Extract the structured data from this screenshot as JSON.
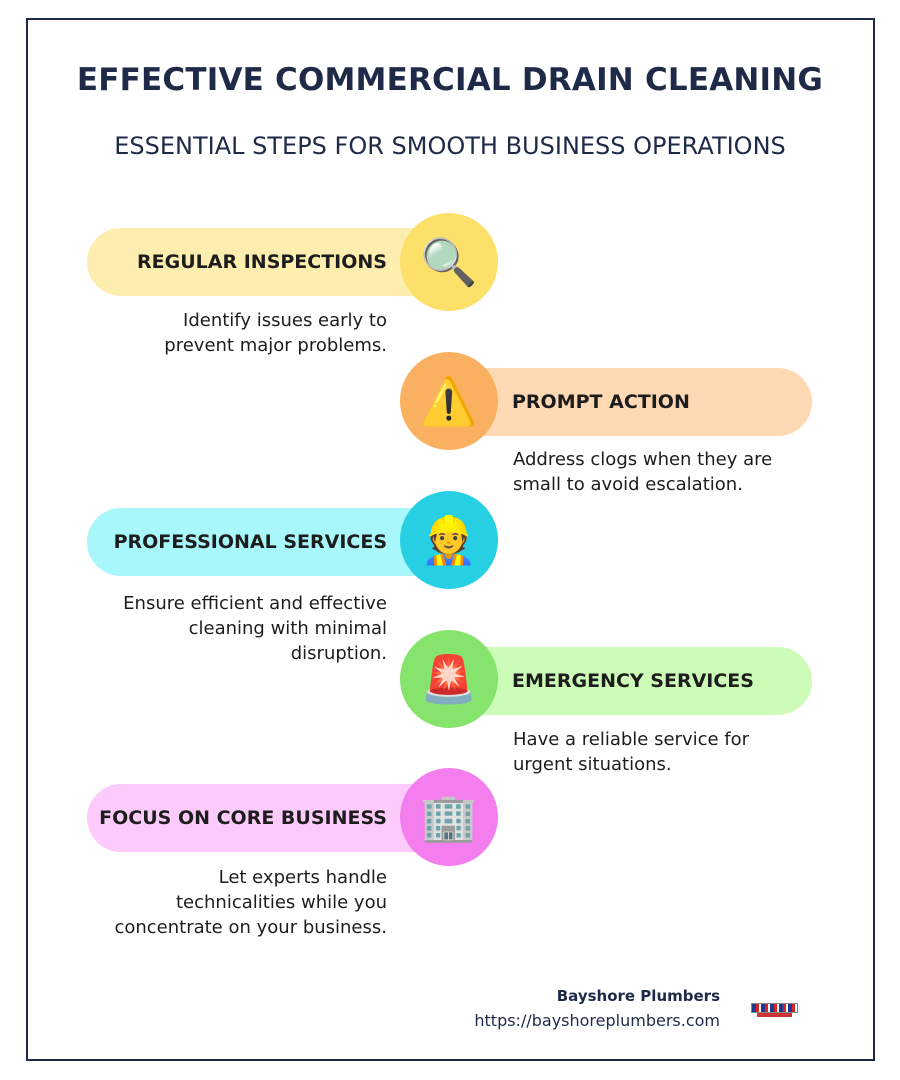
{
  "header": {
    "title": "EFFECTIVE COMMERCIAL DRAIN CLEANING",
    "subtitle": "ESSENTIAL STEPS FOR SMOOTH BUSINESS OPERATIONS"
  },
  "steps": [
    {
      "label": "REGULAR INSPECTIONS",
      "icon": "magnifying-glass-icon",
      "glyph": "🔍",
      "side": "left",
      "pill_color": "#fdeeb0",
      "circle_color": "#fde06a",
      "desc_lines": [
        "Identify issues early to",
        "prevent major problems."
      ]
    },
    {
      "label": "PROMPT ACTION",
      "icon": "warning-icon",
      "glyph": "⚠️",
      "side": "right",
      "pill_color": "#fed9b4",
      "circle_color": "#f9b060",
      "desc_lines": [
        "Address clogs when they are",
        "small to avoid escalation."
      ]
    },
    {
      "label": "PROFESSIONAL SERVICES",
      "icon": "construction-worker-icon",
      "glyph": "👷",
      "side": "left",
      "pill_color": "#a8f7fb",
      "circle_color": "#27cfe2",
      "desc_lines": [
        "Ensure efficient and effective",
        "cleaning with minimal",
        "disruption."
      ]
    },
    {
      "label": "EMERGENCY SERVICES",
      "icon": "siren-light-icon",
      "glyph": "🚨",
      "side": "right",
      "pill_color": "#cdfbb8",
      "circle_color": "#86e36b",
      "desc_lines": [
        "Have a reliable service for",
        "urgent situations."
      ]
    },
    {
      "label": "FOCUS ON CORE BUSINESS",
      "icon": "office-building-icon",
      "glyph": "🏢",
      "side": "left",
      "pill_color": "#fccbfb",
      "circle_color": "#f57eef",
      "desc_lines": [
        "Let experts handle",
        "technicalities while you",
        "concentrate on your business."
      ]
    }
  ],
  "footer": {
    "company": "Bayshore Plumbers",
    "url": "https://bayshoreplumbers.com",
    "logo_text": "BAYSHORE"
  },
  "colors": {
    "frame": "#1e2a47",
    "text_dark": "#1d1d1d"
  }
}
